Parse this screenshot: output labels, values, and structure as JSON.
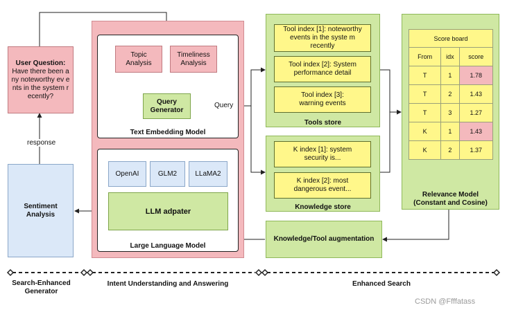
{
  "user_question": {
    "title": "User Question:",
    "text": "Have there been a ny noteworthy ev ents in the system recently?"
  },
  "response_label": "response",
  "sentiment": "Sentiment Analysis",
  "text_embedding": {
    "topic": "Topic Analysis",
    "timeliness": "Timeliness Analysis",
    "query_generator": "Query Generator",
    "title": "Text Embedding Model"
  },
  "query_label": "Query",
  "llm": {
    "models": [
      "OpenAI",
      "GLM2",
      "LLaMA2"
    ],
    "adapter": "LLM adpater",
    "title": "Large Language Model"
  },
  "tools_store": {
    "items": [
      "Tool index [1]: noteworthy events in the syste m recently",
      "Tool index [2]: System performance detail",
      "Tool index [3]: warning events"
    ],
    "title": "Tools store"
  },
  "knowledge_store": {
    "items": [
      "K index [1]: system security is...",
      "K index [2]: most dangerous event..."
    ],
    "title": "Knowledge store"
  },
  "augmentation": "Knowledge/Tool augmentation",
  "relevance": {
    "board_title": "Score board",
    "headers": [
      "From",
      "idx",
      "score"
    ],
    "rows": [
      [
        "T",
        "1",
        "1.78"
      ],
      [
        "T",
        "2",
        "1.43"
      ],
      [
        "T",
        "3",
        "1.27"
      ],
      [
        "K",
        "1",
        "1.43"
      ],
      [
        "K",
        "2",
        "1.37"
      ]
    ],
    "highlight_color": "#f4b9bd",
    "title_line1": "Relevance Model",
    "title_line2": "(Constant and Cosine)"
  },
  "footer": {
    "left": "Search-Enhanced Generator",
    "middle": "Intent Understanding and Answering",
    "right": "Enhanced Search"
  },
  "watermark": "CSDN @Ffffatass"
}
